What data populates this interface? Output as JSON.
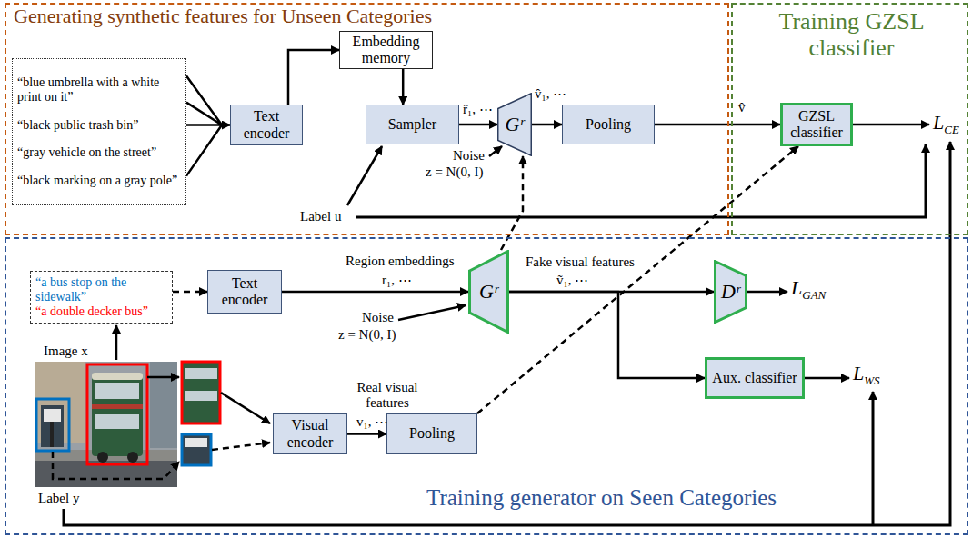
{
  "diagram": {
    "nodes": [
      {
        "text": [
          "Generating synthetic features for Unseen Categories"
        ]
      },
      {
        "text": [
          "Training GZSL classifier"
        ]
      },
      {
        "text": [
          "Training generator on Seen Categories"
        ]
      },
      {
        "text": [
          "“blue umbrella with a white print on it”",
          "“black public trash bin”",
          "“gray vehicle on the street”",
          "“black marking on a gray pole”"
        ],
        "in": 0
      },
      {
        "text": [
          "Text encoder"
        ],
        "in": 0
      },
      {
        "text": [
          "Embedding memory"
        ],
        "in": 0
      },
      {
        "text": [
          "Sampler"
        ],
        "in": 0
      },
      {
        "text": [
          "Gʳ"
        ],
        "in": 0
      },
      {
        "text": [
          "Pooling"
        ],
        "in": 0
      },
      {
        "text": [
          "GZSL classifier"
        ],
        "in": 1
      },
      {
        "text": [
          "“a bus stop on the sidewalk”",
          "“a double decker bus”"
        ],
        "in": 2
      },
      {
        "text": [
          "Text encoder"
        ],
        "in": 2
      },
      {
        "text": [
          "Gʳ"
        ],
        "in": 2
      },
      {
        "text": [
          "Dʳ"
        ],
        "in": 2
      },
      {
        "text": [
          "Aux. classifier"
        ],
        "in": 2
      },
      {
        "text": [
          "Visual encoder"
        ],
        "in": 2
      },
      {
        "text": [
          "Pooling"
        ],
        "in": 2
      }
    ],
    "edges": [
      {
        "from": 3,
        "to": 4,
        "arrow": "to"
      },
      {
        "from": 4,
        "to": 5,
        "arrow": "to"
      },
      {
        "from": 5,
        "to": 6,
        "arrow": "to"
      },
      {
        "from": 6,
        "to": 7,
        "arrow": "to",
        "label": "r̂₁, ⋯"
      },
      {
        "from": 7,
        "to": 8,
        "arrow": "to",
        "label": "v̂₁, ⋯"
      },
      {
        "from": 8,
        "to": 9,
        "arrow": "to",
        "label": "v̂"
      },
      {
        "from": 10,
        "to": 11,
        "arrow": "to"
      },
      {
        "from": 11,
        "to": 12,
        "arrow": "to",
        "label": "r₁, ⋯"
      },
      {
        "from": 12,
        "to": 13,
        "arrow": "to",
        "label": "ṽ₁, ⋯"
      },
      {
        "from": 12,
        "to": 14,
        "arrow": "to"
      },
      {
        "from": 15,
        "to": 16,
        "arrow": "to",
        "label": "v₁, ⋯"
      },
      {
        "from": 16,
        "to": 9,
        "arrow": "to"
      },
      {
        "from": 12,
        "to": 7,
        "arrow": "to"
      }
    ],
    "labels": [
      "Label u",
      "Noise",
      "z = N(0, I)",
      "LCE",
      "Region embeddings",
      "Noise",
      "z = N(0, I)",
      "Fake visual features",
      "Real visual features",
      "LGAN",
      "LWS",
      "Image x",
      "Label y"
    ]
  }
}
